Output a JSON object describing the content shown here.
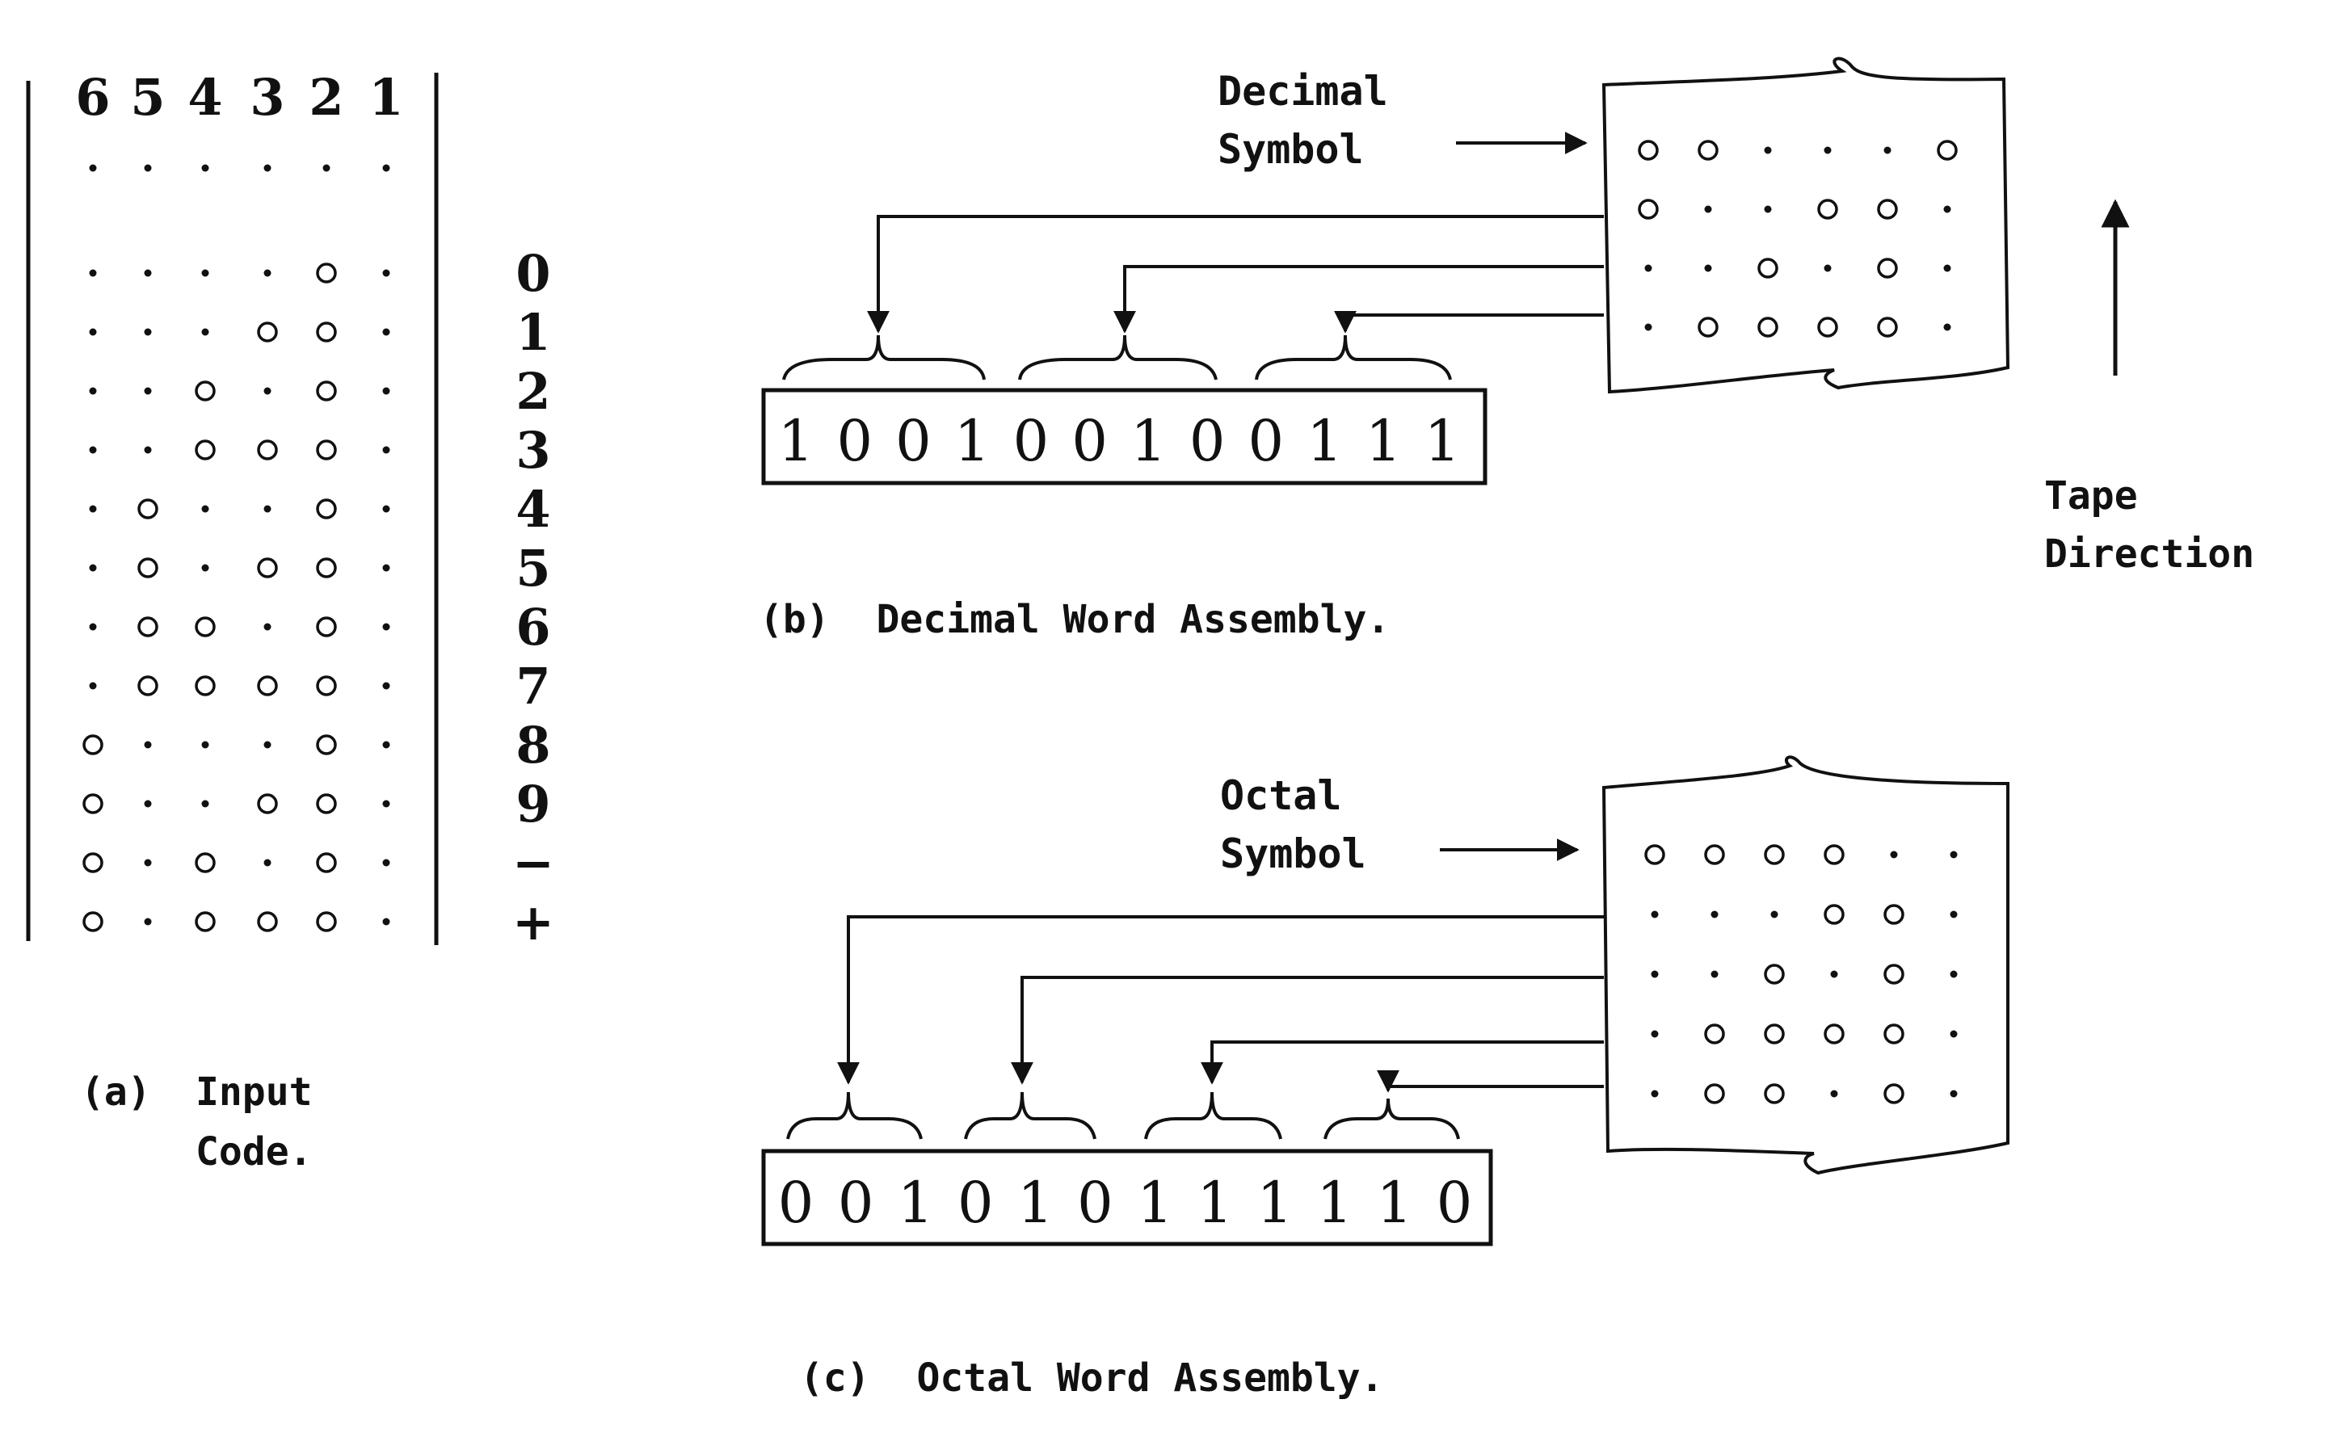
{
  "figure": {
    "part_a": {
      "header_digits": [
        "6",
        "5",
        "4",
        "3",
        "2",
        "1"
      ],
      "sprocket_row": "......",
      "rows": [
        {
          "pattern": "....o.",
          "symbol": "0"
        },
        {
          "pattern": "...oo.",
          "symbol": "1"
        },
        {
          "pattern": "..o.o.",
          "symbol": "2"
        },
        {
          "pattern": "..ooo.",
          "symbol": "3"
        },
        {
          "pattern": ".o..o.",
          "symbol": "4"
        },
        {
          "pattern": ".o.oo.",
          "symbol": "5"
        },
        {
          "pattern": ".oo.o.",
          "symbol": "6"
        },
        {
          "pattern": ".oooo.",
          "symbol": "7"
        },
        {
          "pattern": "o...o.",
          "symbol": "8"
        },
        {
          "pattern": "o..oo.",
          "symbol": "9"
        },
        {
          "pattern": "o.o.o.",
          "symbol": "−"
        },
        {
          "pattern": "o.ooo.",
          "symbol": "+"
        }
      ],
      "caption_tag": "(a)",
      "caption_lines": [
        "Input",
        "Code."
      ]
    },
    "part_b": {
      "label_lines": [
        "Decimal",
        "Symbol"
      ],
      "tape_rows": [
        "oo...o",
        "o..oo.",
        "..o.o.",
        ".oooo."
      ],
      "word_bits": "100100100111",
      "caption": "(b)  Decimal Word Assembly."
    },
    "part_c": {
      "label_lines": [
        "Octal",
        "Symbol"
      ],
      "tape_rows": [
        "oooo..",
        "...oo.",
        "..o.o.",
        ".oooo.",
        ".oo.o."
      ],
      "word_bits": "001010111110",
      "caption": "(c)  Octal Word Assembly."
    },
    "tape_direction_lines": [
      "Tape",
      "Direction"
    ]
  }
}
